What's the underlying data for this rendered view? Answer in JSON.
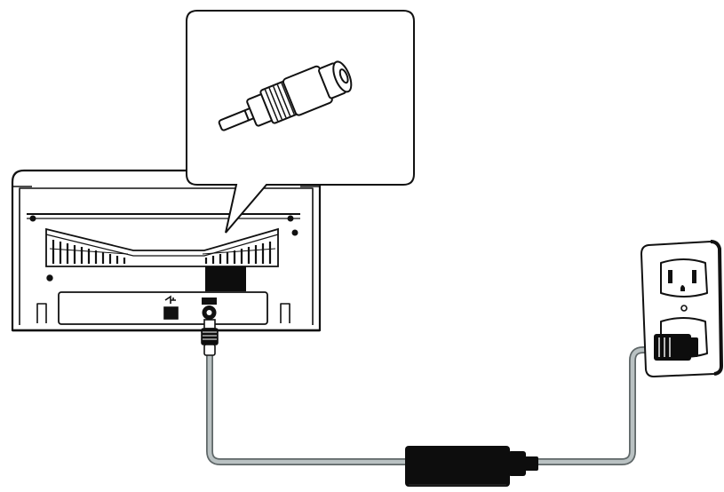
{
  "figure": {
    "type": "power-connection-illustration",
    "subjects": [
      "scanner-rear",
      "power-connector-zoom",
      "power-adapter",
      "wall-outlet"
    ],
    "colors": {
      "line": "#111111",
      "cable": "#9aa3a4",
      "cable_outline": "#5f6768",
      "fill_dark": "#0d0d0d",
      "background": "#ffffff"
    },
    "icons": {
      "usb_port": "usb-icon",
      "power_port": "dc-power-icon"
    }
  }
}
